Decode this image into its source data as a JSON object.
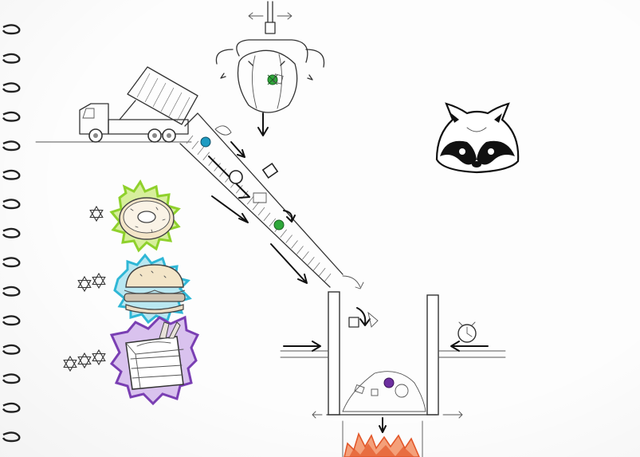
{
  "scene": {
    "type": "pencil-sketch-game-scene",
    "colors": {
      "paper": "#fdfdfd",
      "pencil": "#333333",
      "teal_item": "#1e9bc2",
      "green_item": "#2fa83a",
      "purple_item": "#6d2fa0",
      "donut_glow": "#8fd12c",
      "burger_glow": "#2fb7d6",
      "noodle_glow": "#7a3fb3",
      "fire": "#e2572a"
    }
  },
  "food_rewards": [
    {
      "name": "donut",
      "stars": 1,
      "glow": "#8fd12c"
    },
    {
      "name": "burger",
      "stars": 2,
      "glow": "#2fb7d6"
    },
    {
      "name": "noodle-box",
      "stars": 3,
      "glow": "#7a3fb3"
    }
  ],
  "icons": {
    "raccoon": "raccoon-face-icon",
    "clock": "alarm-clock-icon",
    "claw": "claw-crane-icon",
    "truck": "dump-truck-icon",
    "fire": "incinerator-fire-icon"
  }
}
